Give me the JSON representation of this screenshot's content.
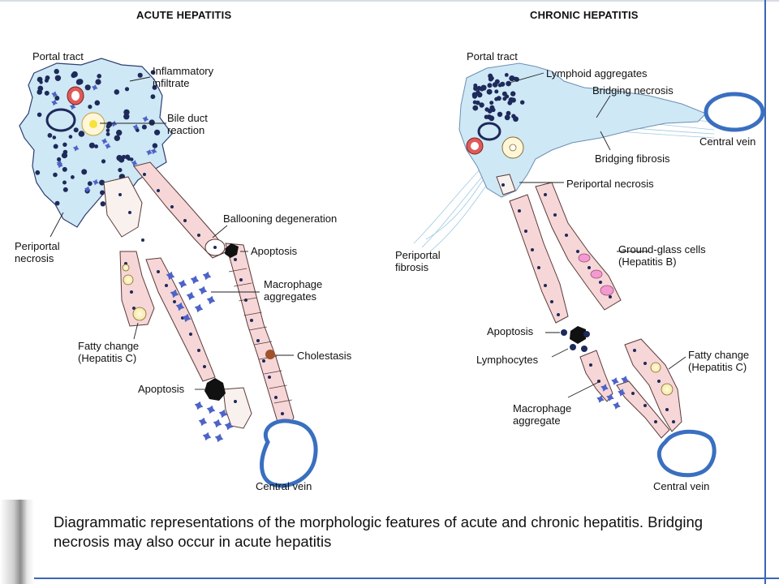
{
  "panels": {
    "acute": {
      "title": "ACUTE HEPATITIS",
      "labels": {
        "portal_tract": "Portal tract",
        "inflammatory_infiltrate": "Inflammatory\ninfiltrate",
        "bile_duct_reaction": "Bile duct\nreaction",
        "ballooning_degeneration": "Ballooning degeneration",
        "apoptosis_upper": "Apoptosis",
        "macrophage_aggregates": "Macrophage\naggregates",
        "periportal_necrosis": "Periportal\nnecrosis",
        "fatty_change": "Fatty change\n(Hepatitis C)",
        "cholestasis": "Cholestasis",
        "apoptosis_lower": "Apoptosis",
        "central_vein": "Central vein"
      }
    },
    "chronic": {
      "title": "CHRONIC HEPATITIS",
      "labels": {
        "portal_tract": "Portal tract",
        "lymphoid_aggregates": "Lymphoid aggregates",
        "bridging_necrosis": "Bridging necrosis",
        "central_vein_right": "Central vein",
        "bridging_fibrosis": "Bridging fibrosis",
        "periportal_necrosis": "Periportal necrosis",
        "periportal_fibrosis": "Periportal\nfibrosis",
        "ground_glass_cells": "Ground-glass cells\n(Hepatitis B)",
        "apoptosis": "Apoptosis",
        "lymphocytes": "Lymphocytes",
        "fatty_change": "Fatty change\n(Hepatitis C)",
        "macrophage_aggregate": "Macrophage\naggregate",
        "central_vein_bottom": "Central vein"
      }
    }
  },
  "caption": "Diagrammatic representations of the morphologic features of acute and chronic hepatitis. Bridging necrosis may also occur in acute hepatitis",
  "colors": {
    "portal_fill": "#cfe8f5",
    "cell_fill": "#f6d6d6",
    "vein_stroke": "#3a6fc0",
    "nucleus": "#1d2a5a",
    "macrophage": "#4d63c8",
    "rule": "#3a67b8"
  }
}
